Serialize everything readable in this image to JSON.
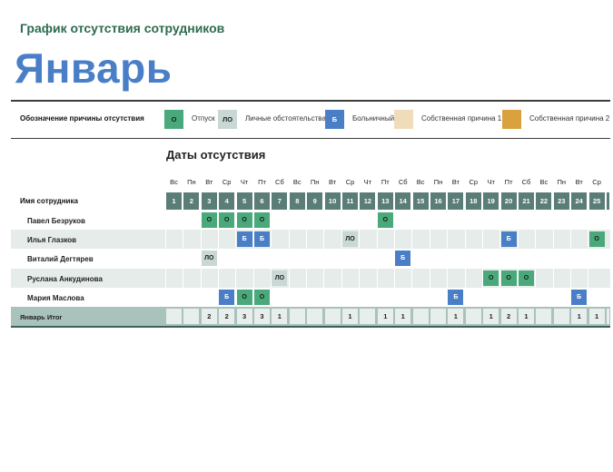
{
  "header": {
    "subtitle": "График отсутствия сотрудников",
    "month": "Январь"
  },
  "legend": {
    "title": "Обозначение причины отсутствия",
    "items": [
      {
        "code": "О",
        "label": "Отпуск",
        "color": "#4aa97a",
        "text_color": "#1a1a1a"
      },
      {
        "code": "ЛО",
        "label": "Личные обстоятельства",
        "color": "#c9d8d5",
        "text_color": "#1a1a1a"
      },
      {
        "code": "Б",
        "label": "Больничный",
        "color": "#4a7fc8",
        "text_color": "#ffffff"
      },
      {
        "code": "",
        "label": "Собственная причина 1",
        "color": "#f1dcb9",
        "text_color": "#1a1a1a"
      },
      {
        "code": "",
        "label": "Собственная причина 2",
        "color": "#d9a23e",
        "text_color": "#1a1a1a"
      }
    ]
  },
  "dates_title": "Даты отсутствия",
  "weekdays": [
    "Вс",
    "Пн",
    "Вт",
    "Ср",
    "Чт",
    "Пт",
    "Сб",
    "Вс",
    "Пн",
    "Вт",
    "Ср",
    "Чт",
    "Пт",
    "Сб",
    "Вс",
    "Пн",
    "Вт",
    "Ср",
    "Чт",
    "Пт",
    "Сб",
    "Вс",
    "Пн",
    "Вт",
    "Ср"
  ],
  "days": [
    "1",
    "2",
    "3",
    "4",
    "5",
    "6",
    "7",
    "8",
    "9",
    "10",
    "11",
    "12",
    "13",
    "14",
    "15",
    "16",
    "17",
    "18",
    "19",
    "20",
    "21",
    "22",
    "23",
    "24",
    "25"
  ],
  "table_header_label": "Имя сотрудника",
  "employees": [
    {
      "name": "Павел Безруков",
      "cells": [
        "",
        "",
        "О",
        "О",
        "О",
        "О",
        "",
        "",
        "",
        "",
        "",
        "",
        "О",
        "",
        "",
        "",
        "",
        "",
        "",
        "",
        "",
        "",
        "",
        "",
        ""
      ]
    },
    {
      "name": "Илья Глазков",
      "cells": [
        "",
        "",
        "",
        "",
        "Б",
        "Б",
        "",
        "",
        "",
        "",
        "ЛО",
        "",
        "",
        "",
        "",
        "",
        "",
        "",
        "",
        "Б",
        "",
        "",
        "",
        "",
        "О"
      ]
    },
    {
      "name": "Виталий Дегтярев",
      "cells": [
        "",
        "",
        "ЛО",
        "",
        "",
        "",
        "",
        "",
        "",
        "",
        "",
        "",
        "",
        "Б",
        "",
        "",
        "",
        "",
        "",
        "",
        "",
        "",
        "",
        "",
        ""
      ]
    },
    {
      "name": "Руслана Анкудинова",
      "cells": [
        "",
        "",
        "",
        "",
        "",
        "",
        "ЛО",
        "",
        "",
        "",
        "",
        "",
        "",
        "",
        "",
        "",
        "",
        "",
        "О",
        "О",
        "О",
        "",
        "",
        "",
        ""
      ]
    },
    {
      "name": "Мария Маслова",
      "cells": [
        "",
        "",
        "",
        "Б",
        "О",
        "О",
        "",
        "",
        "",
        "",
        "",
        "",
        "",
        "",
        "",
        "",
        "Б",
        "",
        "",
        "",
        "",
        "",
        "",
        "Б",
        ""
      ]
    }
  ],
  "totals_label": "Январь Итог",
  "totals": [
    "",
    "",
    "2",
    "2",
    "3",
    "3",
    "1",
    "",
    "",
    "",
    "1",
    "",
    "1",
    "1",
    "",
    "",
    "1",
    "",
    "1",
    "2",
    "1",
    "",
    "",
    "1",
    "1"
  ]
}
